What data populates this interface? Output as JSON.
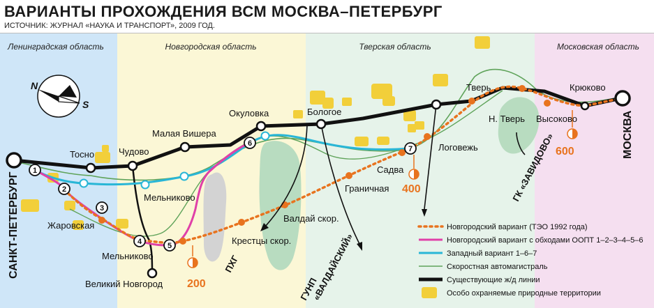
{
  "title": "ВАРИАНТЫ ПРОХОЖДЕНИЯ ВСМ МОСКВА–ПЕТЕРБУРГ",
  "source": "ИСТОЧНИК: ЖУРНАЛ «НАУКА И ТРАНСПОРТ», 2009 ГОД.",
  "regions": {
    "leningrad": "Ленинградская область",
    "novgorod": "Новгородская область",
    "tver": "Тверская область",
    "moscow": "Московская область"
  },
  "compass": {
    "north": "N",
    "south": "S"
  },
  "cities": {
    "spb": "САНКТ-ПЕТЕРБУРГ",
    "moscow": "МОСКВА",
    "tosno": "Тосно",
    "chudovo": "Чудово",
    "malaya_vishera": "Малая Вишера",
    "okulovka": "Окуловка",
    "bologoe": "Бологое",
    "tver": "Тверь",
    "kryukovo": "Крюково",
    "n_tver": "Н. Тверь",
    "vysokovo": "Высоково",
    "logovezh": "Логовежь",
    "sadva": "Садва",
    "granichnaya": "Граничная",
    "melnikovo1": "Мельниково",
    "melnikovo2": "Мельниково",
    "zharovskaya": "Жаровская",
    "velikiy_novgorod": "Великий Новгород",
    "valday_skor": "Валдай скор.",
    "kresttsy_skor": "Крестцы скор."
  },
  "nodes": [
    "1",
    "2",
    "3",
    "4",
    "5",
    "6",
    "7"
  ],
  "speeds": {
    "s200": "200",
    "s400": "400",
    "s600": "600"
  },
  "areas": {
    "phg": "ПХГ",
    "gunp_l1": "ГУНП",
    "gunp_l2": "«ВАЛДАЙСКИЙ»",
    "zavidovo": "ГК «ЗАВИДОВО»"
  },
  "legend": [
    {
      "label": "Новгородский вариант (ТЭО 1992 года)",
      "color": "#e8731e",
      "style": "dotted"
    },
    {
      "label": "Новгородский вариант с обходами ООПТ 1–2–3–4–5–6",
      "color": "#e040a8",
      "style": "solid"
    },
    {
      "label": "Западный вариант 1–6–7",
      "color": "#29b6d6",
      "style": "solid"
    },
    {
      "label": "Скоростная автомагистраль",
      "color": "#5fa35a",
      "style": "thin"
    },
    {
      "label": "Существующие ж/д линии",
      "color": "#111111",
      "style": "thick"
    },
    {
      "label": "Особо охраняемые природные территории",
      "color": "#f2cf3a",
      "style": "patch"
    }
  ]
}
